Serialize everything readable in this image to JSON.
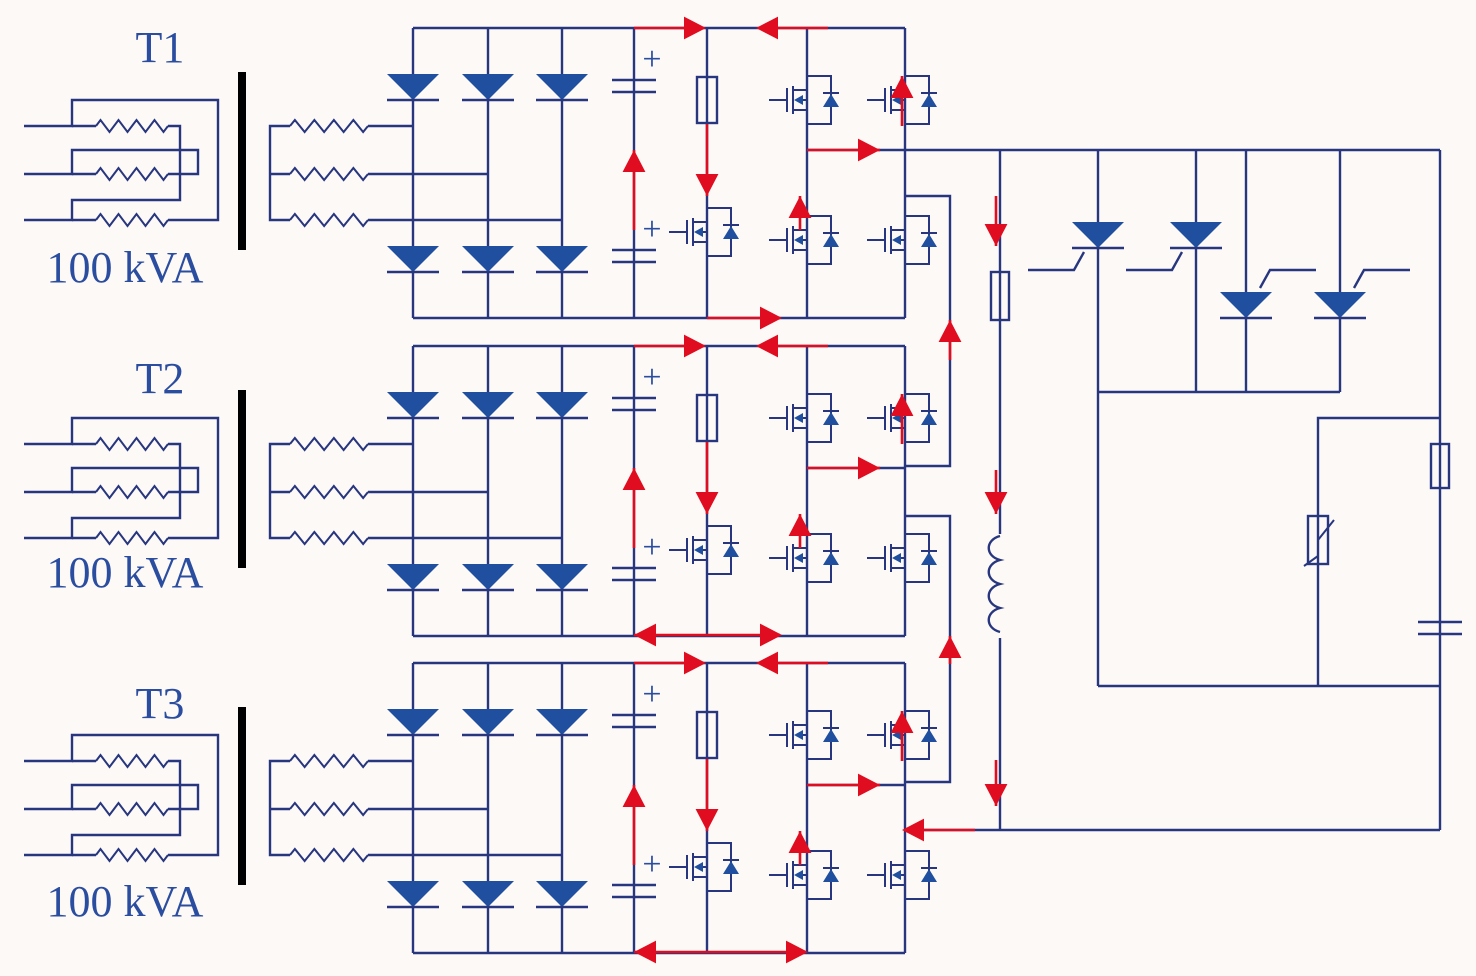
{
  "transformers": [
    {
      "name": "T1",
      "rating": "100 kVA"
    },
    {
      "name": "T2",
      "rating": "100 kVA"
    },
    {
      "name": "T3",
      "rating": "100 kVA"
    }
  ],
  "symbols": {
    "cap_plus": "+"
  },
  "colors": {
    "wire": "#27367e",
    "device": "#1f4f9e",
    "current_arrow": "#e00d20",
    "label": "#2b4da0",
    "background": "#fdf9f6"
  }
}
